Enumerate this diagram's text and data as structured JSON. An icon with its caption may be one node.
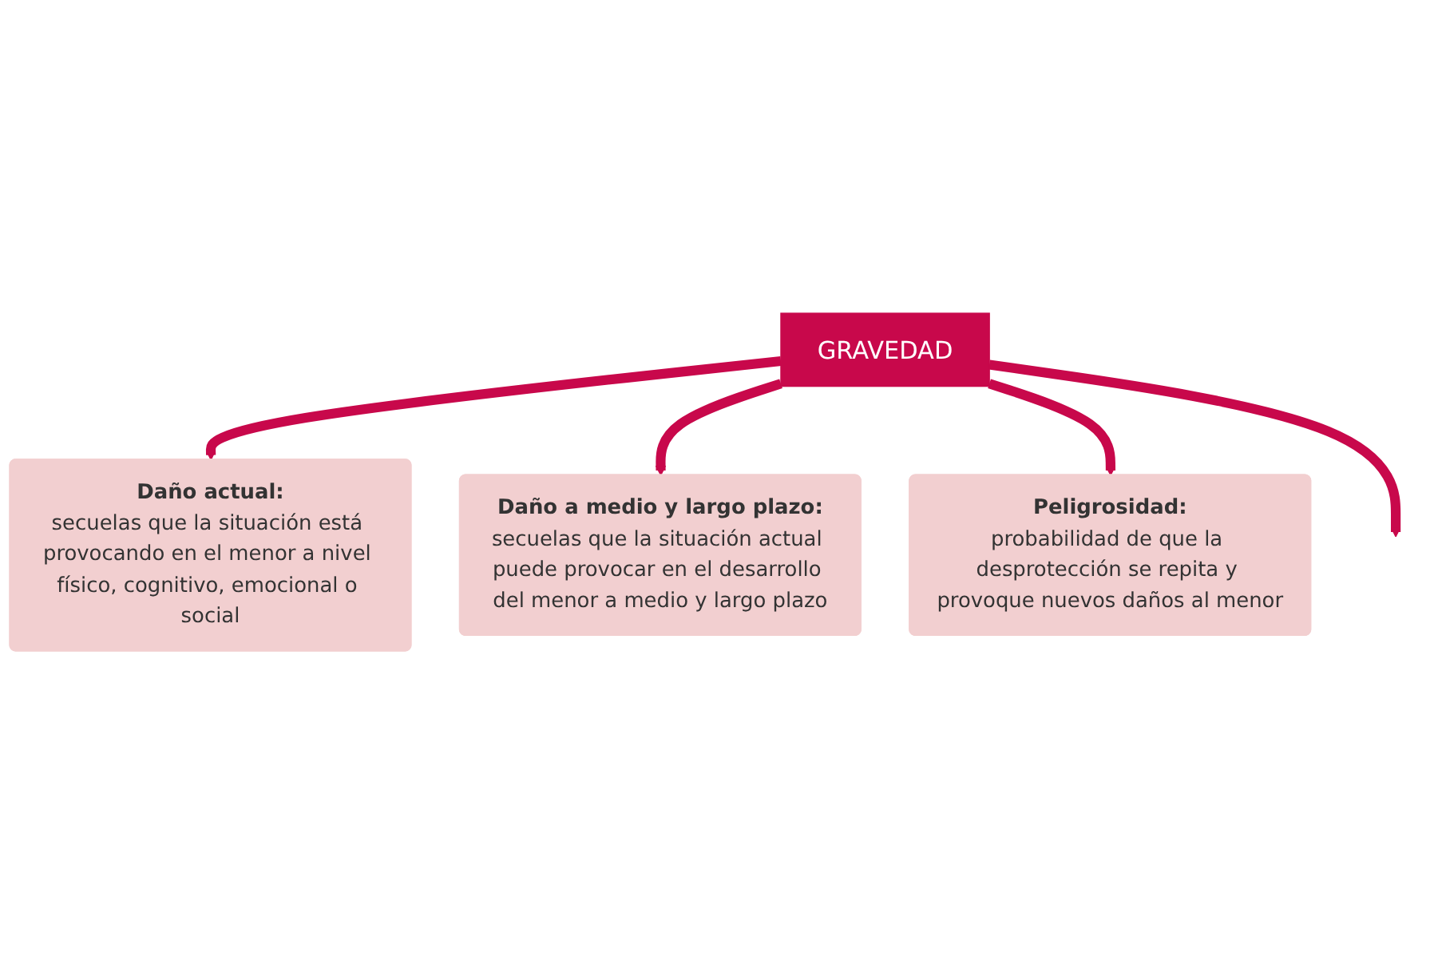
{
  "diagram": {
    "nodes": [
      {
        "text": [
          "Daño actual:",
          "secuelas que la situación está provocando en el menor a nivel físico, cognitivo, emocional o social"
        ]
      },
      {
        "text": [
          "GRAVEDAD"
        ]
      },
      {
        "text": [
          "Daño a medio y largo plazo:",
          "secuelas que la situación actual puede provocar en el desarrollo del menor a medio y largo plazo"
        ]
      },
      {
        "text": [
          "Peligrosidad:",
          "probabilidad de que la desprotección se repita y provoque nuevos daños al menor"
        ]
      }
    ],
    "edges": [
      {
        "from": 1,
        "to": 0,
        "arrow": "to"
      },
      {
        "from": 1,
        "to": 2,
        "arrow": "to"
      },
      {
        "from": 1,
        "to": 3,
        "arrow": "to"
      },
      {
        "from": 1,
        "to": null,
        "arrow": "to"
      }
    ]
  }
}
